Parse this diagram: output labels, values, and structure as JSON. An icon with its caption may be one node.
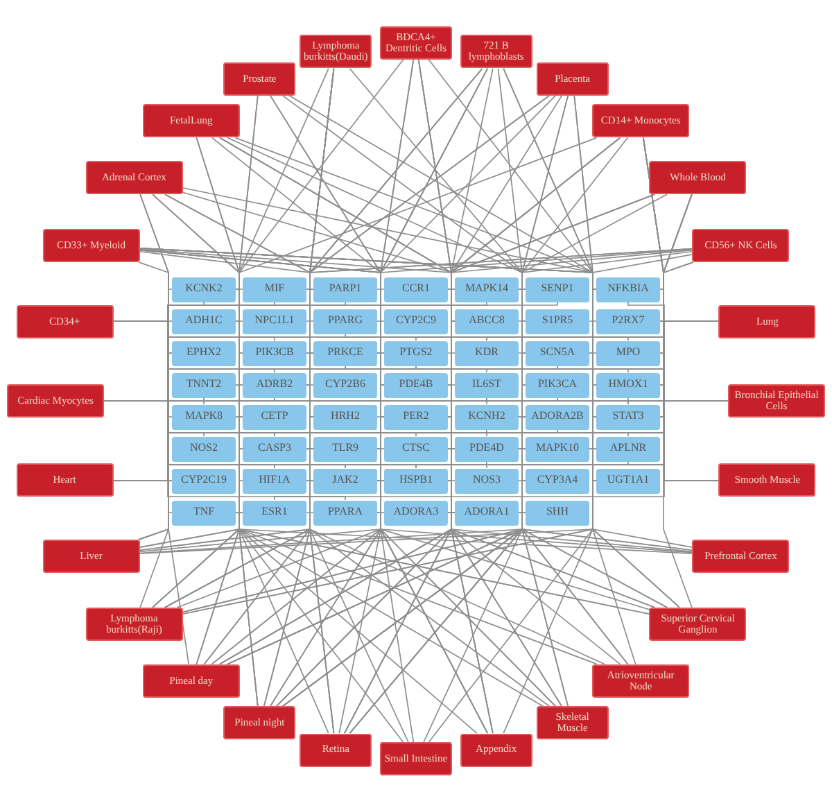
{
  "diagram": {
    "nodes": [
      {
        "text": [
          "BDCA4+ Dentritic Cells"
        ]
      },
      {
        "text": [
          "721 B lymphoblasts"
        ]
      },
      {
        "text": [
          "Placenta"
        ]
      },
      {
        "text": [
          "CD14+ Monocytes"
        ]
      },
      {
        "text": [
          "Whole Blood"
        ]
      },
      {
        "text": [
          "CD56+ NK Cells"
        ]
      },
      {
        "text": [
          "Lung"
        ]
      },
      {
        "text": [
          "Bronchial Epithelial Cells"
        ]
      },
      {
        "text": [
          "Smooth Muscle"
        ]
      },
      {
        "text": [
          "Prefrontal Cortex"
        ]
      },
      {
        "text": [
          "Superior Cervical Ganglion"
        ]
      },
      {
        "text": [
          "Atrioventricular Node"
        ]
      },
      {
        "text": [
          "Skeletal Muscle"
        ]
      },
      {
        "text": [
          "Appendix"
        ]
      },
      {
        "text": [
          "Small Intestine"
        ]
      },
      {
        "text": [
          "Retina"
        ]
      },
      {
        "text": [
          "Pineal night"
        ]
      },
      {
        "text": [
          "Pineal day"
        ]
      },
      {
        "text": [
          "Lymphoma burkitts(Raji)"
        ]
      },
      {
        "text": [
          "Liver"
        ]
      },
      {
        "text": [
          "Heart"
        ]
      },
      {
        "text": [
          "Cardiac Myocytes"
        ]
      },
      {
        "text": [
          "CD34+"
        ]
      },
      {
        "text": [
          "CD33+ Myeloid"
        ]
      },
      {
        "text": [
          "Adrenal Cortex"
        ]
      },
      {
        "text": [
          "FetalLung"
        ]
      },
      {
        "text": [
          "Prostate"
        ]
      },
      {
        "text": [
          "Lymphoma burkitts(Daudi)"
        ]
      },
      {
        "text": [
          "KCNK2"
        ]
      },
      {
        "text": [
          "MIF"
        ]
      },
      {
        "text": [
          "PARP1"
        ]
      },
      {
        "text": [
          "CCR1"
        ]
      },
      {
        "text": [
          "MAPK14"
        ]
      },
      {
        "text": [
          "SENP1"
        ]
      },
      {
        "text": [
          "NFKBIA"
        ]
      },
      {
        "text": [
          "ADH1C"
        ]
      },
      {
        "text": [
          "NPC1L1"
        ]
      },
      {
        "text": [
          "PPARG"
        ]
      },
      {
        "text": [
          "CYP2C9"
        ]
      },
      {
        "text": [
          "ABCC8"
        ]
      },
      {
        "text": [
          "S1PR5"
        ]
      },
      {
        "text": [
          "P2RX7"
        ]
      },
      {
        "text": [
          "EPHX2"
        ]
      },
      {
        "text": [
          "PIK3CB"
        ]
      },
      {
        "text": [
          "PRKCE"
        ]
      },
      {
        "text": [
          "PTGS2"
        ]
      },
      {
        "text": [
          "KDR"
        ]
      },
      {
        "text": [
          "SCN5A"
        ]
      },
      {
        "text": [
          "MPO"
        ]
      },
      {
        "text": [
          "TNNT2"
        ]
      },
      {
        "text": [
          "ADRB2"
        ]
      },
      {
        "text": [
          "CYP2B6"
        ]
      },
      {
        "text": [
          "PDE4B"
        ]
      },
      {
        "text": [
          "IL6ST"
        ]
      },
      {
        "text": [
          "PIK3CA"
        ]
      },
      {
        "text": [
          "HMOX1"
        ]
      },
      {
        "text": [
          "MAPK8"
        ]
      },
      {
        "text": [
          "CETP"
        ]
      },
      {
        "text": [
          "HRH2"
        ]
      },
      {
        "text": [
          "PER2"
        ]
      },
      {
        "text": [
          "KCNH2"
        ]
      },
      {
        "text": [
          "ADORA2B"
        ]
      },
      {
        "text": [
          "STAT3"
        ]
      },
      {
        "text": [
          "NOS2"
        ]
      },
      {
        "text": [
          "CASP3"
        ]
      },
      {
        "text": [
          "TLR9"
        ]
      },
      {
        "text": [
          "CTSC"
        ]
      },
      {
        "text": [
          "PDE4D"
        ]
      },
      {
        "text": [
          "MAPK10"
        ]
      },
      {
        "text": [
          "APLNR"
        ]
      },
      {
        "text": [
          "CYP2C19"
        ]
      },
      {
        "text": [
          "HIF1A"
        ]
      },
      {
        "text": [
          "JAK2"
        ]
      },
      {
        "text": [
          "HSPB1"
        ]
      },
      {
        "text": [
          "NOS3"
        ]
      },
      {
        "text": [
          "CYP3A4"
        ]
      },
      {
        "text": [
          "UGT1A1"
        ]
      },
      {
        "text": [
          "TNF"
        ]
      },
      {
        "text": [
          "ESR1"
        ]
      },
      {
        "text": [
          "PPARA"
        ]
      },
      {
        "text": [
          "ADORA3"
        ]
      },
      {
        "text": [
          "ADORA1"
        ]
      },
      {
        "text": [
          "SHH"
        ]
      }
    ],
    "edges": [
      {
        "from": 0,
        "to": 65,
        "arrow": "none"
      },
      {
        "from": 0,
        "to": 31,
        "arrow": "none"
      },
      {
        "from": 0,
        "to": 77,
        "arrow": "none"
      },
      {
        "from": 0,
        "to": 66,
        "arrow": "none"
      },
      {
        "from": 0,
        "to": 34,
        "arrow": "none"
      },
      {
        "from": 0,
        "to": 32,
        "arrow": "none"
      },
      {
        "from": 0,
        "to": 72,
        "arrow": "none"
      },
      {
        "from": 1,
        "to": 30,
        "arrow": "none"
      },
      {
        "from": 1,
        "to": 29,
        "arrow": "none"
      },
      {
        "from": 1,
        "to": 33,
        "arrow": "none"
      },
      {
        "from": 1,
        "to": 64,
        "arrow": "none"
      },
      {
        "from": 1,
        "to": 43,
        "arrow": "none"
      },
      {
        "from": 1,
        "to": 72,
        "arrow": "none"
      },
      {
        "from": 1,
        "to": 62,
        "arrow": "none"
      },
      {
        "from": 1,
        "to": 65,
        "arrow": "none"
      },
      {
        "from": 1,
        "to": 52,
        "arrow": "none"
      },
      {
        "from": 1,
        "to": 34,
        "arrow": "none"
      },
      {
        "from": 2,
        "to": 46,
        "arrow": "none"
      },
      {
        "from": 2,
        "to": 55,
        "arrow": "none"
      },
      {
        "from": 2,
        "to": 78,
        "arrow": "none"
      },
      {
        "from": 2,
        "to": 37,
        "arrow": "none"
      },
      {
        "from": 2,
        "to": 71,
        "arrow": "none"
      },
      {
        "from": 2,
        "to": 69,
        "arrow": "none"
      },
      {
        "from": 2,
        "to": 74,
        "arrow": "none"
      },
      {
        "from": 2,
        "to": 45,
        "arrow": "none"
      },
      {
        "from": 3,
        "to": 31,
        "arrow": "none"
      },
      {
        "from": 3,
        "to": 34,
        "arrow": "none"
      },
      {
        "from": 3,
        "to": 77,
        "arrow": "none"
      },
      {
        "from": 3,
        "to": 32,
        "arrow": "none"
      },
      {
        "from": 3,
        "to": 55,
        "arrow": "none"
      },
      {
        "from": 3,
        "to": 66,
        "arrow": "none"
      },
      {
        "from": 3,
        "to": 52,
        "arrow": "none"
      },
      {
        "from": 3,
        "to": 41,
        "arrow": "none"
      },
      {
        "from": 3,
        "to": 62,
        "arrow": "none"
      },
      {
        "from": 3,
        "to": 80,
        "arrow": "none"
      },
      {
        "from": 3,
        "to": 48,
        "arrow": "none"
      },
      {
        "from": 4,
        "to": 48,
        "arrow": "none"
      },
      {
        "from": 4,
        "to": 34,
        "arrow": "none"
      },
      {
        "from": 4,
        "to": 31,
        "arrow": "none"
      },
      {
        "from": 4,
        "to": 32,
        "arrow": "none"
      },
      {
        "from": 4,
        "to": 80,
        "arrow": "none"
      },
      {
        "from": 4,
        "to": 52,
        "arrow": "none"
      },
      {
        "from": 4,
        "to": 41,
        "arrow": "none"
      },
      {
        "from": 4,
        "to": 55,
        "arrow": "none"
      },
      {
        "from": 4,
        "to": 66,
        "arrow": "none"
      },
      {
        "from": 4,
        "to": 62,
        "arrow": "none"
      },
      {
        "from": 5,
        "to": 40,
        "arrow": "none"
      },
      {
        "from": 5,
        "to": 50,
        "arrow": "none"
      },
      {
        "from": 5,
        "to": 72,
        "arrow": "none"
      },
      {
        "from": 5,
        "to": 62,
        "arrow": "none"
      },
      {
        "from": 5,
        "to": 64,
        "arrow": "none"
      },
      {
        "from": 5,
        "to": 52,
        "arrow": "none"
      },
      {
        "from": 5,
        "to": 32,
        "arrow": "none"
      },
      {
        "from": 5,
        "to": 34,
        "arrow": "none"
      },
      {
        "from": 6,
        "to": 46,
        "arrow": "none"
      },
      {
        "from": 6,
        "to": 45,
        "arrow": "none"
      },
      {
        "from": 6,
        "to": 71,
        "arrow": "none"
      },
      {
        "from": 6,
        "to": 53,
        "arrow": "none"
      },
      {
        "from": 6,
        "to": 74,
        "arrow": "none"
      },
      {
        "from": 6,
        "to": 69,
        "arrow": "none"
      },
      {
        "from": 6,
        "to": 50,
        "arrow": "none"
      },
      {
        "from": 6,
        "to": 37,
        "arrow": "none"
      },
      {
        "from": 6,
        "to": 55,
        "arrow": "none"
      },
      {
        "from": 6,
        "to": 66,
        "arrow": "none"
      },
      {
        "from": 7,
        "to": 45,
        "arrow": "none"
      },
      {
        "from": 7,
        "to": 73,
        "arrow": "none"
      },
      {
        "from": 7,
        "to": 64,
        "arrow": "none"
      },
      {
        "from": 7,
        "to": 71,
        "arrow": "none"
      },
      {
        "from": 7,
        "to": 72,
        "arrow": "none"
      },
      {
        "from": 7,
        "to": 62,
        "arrow": "none"
      },
      {
        "from": 7,
        "to": 53,
        "arrow": "none"
      },
      {
        "from": 7,
        "to": 54,
        "arrow": "none"
      },
      {
        "from": 7,
        "to": 56,
        "arrow": "none"
      },
      {
        "from": 7,
        "to": 34,
        "arrow": "none"
      },
      {
        "from": 7,
        "to": 63,
        "arrow": "none"
      },
      {
        "from": 8,
        "to": 73,
        "arrow": "none"
      },
      {
        "from": 8,
        "to": 44,
        "arrow": "none"
      },
      {
        "from": 8,
        "to": 67,
        "arrow": "none"
      },
      {
        "from": 8,
        "to": 61,
        "arrow": "none"
      },
      {
        "from": 8,
        "to": 45,
        "arrow": "none"
      },
      {
        "from": 8,
        "to": 53,
        "arrow": "none"
      },
      {
        "from": 8,
        "to": 54,
        "arrow": "none"
      },
      {
        "from": 8,
        "to": 78,
        "arrow": "none"
      },
      {
        "from": 9,
        "to": 44,
        "arrow": "none"
      },
      {
        "from": 9,
        "to": 67,
        "arrow": "none"
      },
      {
        "from": 9,
        "to": 68,
        "arrow": "none"
      },
      {
        "from": 9,
        "to": 81,
        "arrow": "none"
      },
      {
        "from": 9,
        "to": 59,
        "arrow": "none"
      },
      {
        "from": 9,
        "to": 28,
        "arrow": "none"
      },
      {
        "from": 10,
        "to": 28,
        "arrow": "none"
      },
      {
        "from": 10,
        "to": 47,
        "arrow": "none"
      },
      {
        "from": 10,
        "to": 44,
        "arrow": "none"
      },
      {
        "from": 10,
        "to": 68,
        "arrow": "none"
      },
      {
        "from": 10,
        "to": 56,
        "arrow": "none"
      },
      {
        "from": 10,
        "to": 73,
        "arrow": "none"
      },
      {
        "from": 10,
        "to": 59,
        "arrow": "none"
      },
      {
        "from": 10,
        "to": 41,
        "arrow": "none"
      },
      {
        "from": 10,
        "to": 81,
        "arrow": "none"
      },
      {
        "from": 10,
        "to": 67,
        "arrow": "none"
      },
      {
        "from": 11,
        "to": 60,
        "arrow": "none"
      },
      {
        "from": 11,
        "to": 47,
        "arrow": "none"
      },
      {
        "from": 11,
        "to": 49,
        "arrow": "none"
      },
      {
        "from": 11,
        "to": 50,
        "arrow": "none"
      },
      {
        "from": 11,
        "to": 73,
        "arrow": "none"
      },
      {
        "from": 11,
        "to": 67,
        "arrow": "none"
      },
      {
        "from": 12,
        "to": 49,
        "arrow": "none"
      },
      {
        "from": 12,
        "to": 73,
        "arrow": "none"
      },
      {
        "from": 12,
        "to": 79,
        "arrow": "none"
      },
      {
        "from": 12,
        "to": 50,
        "arrow": "none"
      },
      {
        "from": 12,
        "to": 44,
        "arrow": "none"
      },
      {
        "from": 12,
        "to": 60,
        "arrow": "none"
      },
      {
        "from": 12,
        "to": 59,
        "arrow": "none"
      },
      {
        "from": 12,
        "to": 39,
        "arrow": "none"
      },
      {
        "from": 13,
        "to": 31,
        "arrow": "none"
      },
      {
        "from": 13,
        "to": 77,
        "arrow": "none"
      },
      {
        "from": 13,
        "to": 66,
        "arrow": "none"
      },
      {
        "from": 13,
        "to": 58,
        "arrow": "none"
      },
      {
        "from": 13,
        "to": 72,
        "arrow": "none"
      },
      {
        "from": 13,
        "to": 80,
        "arrow": "none"
      },
      {
        "from": 13,
        "to": 65,
        "arrow": "none"
      },
      {
        "from": 13,
        "to": 34,
        "arrow": "none"
      },
      {
        "from": 14,
        "to": 36,
        "arrow": "none"
      },
      {
        "from": 14,
        "to": 75,
        "arrow": "none"
      },
      {
        "from": 14,
        "to": 76,
        "arrow": "none"
      },
      {
        "from": 14,
        "to": 35,
        "arrow": "none"
      },
      {
        "from": 14,
        "to": 79,
        "arrow": "none"
      },
      {
        "from": 15,
        "to": 82,
        "arrow": "none"
      },
      {
        "from": 15,
        "to": 59,
        "arrow": "none"
      },
      {
        "from": 15,
        "to": 28,
        "arrow": "none"
      },
      {
        "from": 15,
        "to": 67,
        "arrow": "none"
      },
      {
        "from": 15,
        "to": 44,
        "arrow": "none"
      },
      {
        "from": 15,
        "to": 68,
        "arrow": "none"
      },
      {
        "from": 15,
        "to": 81,
        "arrow": "none"
      },
      {
        "from": 15,
        "to": 71,
        "arrow": "none"
      },
      {
        "from": 15,
        "to": 61,
        "arrow": "none"
      },
      {
        "from": 15,
        "to": 64,
        "arrow": "none"
      },
      {
        "from": 15,
        "to": 47,
        "arrow": "none"
      },
      {
        "from": 15,
        "to": 39,
        "arrow": "none"
      },
      {
        "from": 16,
        "to": 59,
        "arrow": "none"
      },
      {
        "from": 16,
        "to": 50,
        "arrow": "none"
      },
      {
        "from": 16,
        "to": 39,
        "arrow": "none"
      },
      {
        "from": 16,
        "to": 67,
        "arrow": "none"
      },
      {
        "from": 16,
        "to": 44,
        "arrow": "none"
      },
      {
        "from": 16,
        "to": 68,
        "arrow": "none"
      },
      {
        "from": 16,
        "to": 28,
        "arrow": "none"
      },
      {
        "from": 16,
        "to": 81,
        "arrow": "none"
      },
      {
        "from": 16,
        "to": 47,
        "arrow": "none"
      },
      {
        "from": 16,
        "to": 58,
        "arrow": "none"
      },
      {
        "from": 16,
        "to": 40,
        "arrow": "none"
      },
      {
        "from": 16,
        "to": 61,
        "arrow": "none"
      },
      {
        "from": 16,
        "to": 64,
        "arrow": "none"
      },
      {
        "from": 16,
        "to": 52,
        "arrow": "none"
      },
      {
        "from": 17,
        "to": 59,
        "arrow": "none"
      },
      {
        "from": 17,
        "to": 50,
        "arrow": "none"
      },
      {
        "from": 17,
        "to": 39,
        "arrow": "none"
      },
      {
        "from": 17,
        "to": 67,
        "arrow": "none"
      },
      {
        "from": 17,
        "to": 44,
        "arrow": "none"
      },
      {
        "from": 17,
        "to": 68,
        "arrow": "none"
      },
      {
        "from": 17,
        "to": 28,
        "arrow": "none"
      },
      {
        "from": 17,
        "to": 81,
        "arrow": "none"
      },
      {
        "from": 17,
        "to": 47,
        "arrow": "none"
      },
      {
        "from": 17,
        "to": 58,
        "arrow": "none"
      },
      {
        "from": 17,
        "to": 40,
        "arrow": "none"
      },
      {
        "from": 17,
        "to": 61,
        "arrow": "none"
      },
      {
        "from": 17,
        "to": 43,
        "arrow": "none"
      },
      {
        "from": 17,
        "to": 52,
        "arrow": "none"
      },
      {
        "from": 18,
        "to": 30,
        "arrow": "none"
      },
      {
        "from": 18,
        "to": 29,
        "arrow": "none"
      },
      {
        "from": 18,
        "to": 33,
        "arrow": "none"
      },
      {
        "from": 18,
        "to": 64,
        "arrow": "none"
      },
      {
        "from": 18,
        "to": 43,
        "arrow": "none"
      },
      {
        "from": 18,
        "to": 72,
        "arrow": "none"
      },
      {
        "from": 18,
        "to": 62,
        "arrow": "none"
      },
      {
        "from": 18,
        "to": 73,
        "arrow": "none"
      },
      {
        "from": 18,
        "to": 56,
        "arrow": "none"
      },
      {
        "from": 18,
        "to": 54,
        "arrow": "none"
      },
      {
        "from": 18,
        "to": 65,
        "arrow": "none"
      },
      {
        "from": 18,
        "to": 34,
        "arrow": "none"
      },
      {
        "from": 19,
        "to": 35,
        "arrow": "none"
      },
      {
        "from": 19,
        "to": 38,
        "arrow": "none"
      },
      {
        "from": 19,
        "to": 70,
        "arrow": "none"
      },
      {
        "from": 19,
        "to": 75,
        "arrow": "none"
      },
      {
        "from": 19,
        "to": 51,
        "arrow": "none"
      },
      {
        "from": 19,
        "to": 42,
        "arrow": "none"
      },
      {
        "from": 19,
        "to": 76,
        "arrow": "none"
      },
      {
        "from": 19,
        "to": 79,
        "arrow": "none"
      },
      {
        "from": 19,
        "to": 57,
        "arrow": "none"
      },
      {
        "from": 19,
        "to": 36,
        "arrow": "none"
      },
      {
        "from": 20,
        "to": 49,
        "arrow": "none"
      },
      {
        "from": 20,
        "to": 60,
        "arrow": "none"
      },
      {
        "from": 20,
        "to": 47,
        "arrow": "none"
      },
      {
        "from": 20,
        "to": 28,
        "arrow": "none"
      },
      {
        "from": 20,
        "to": 73,
        "arrow": "none"
      },
      {
        "from": 20,
        "to": 50,
        "arrow": "none"
      },
      {
        "from": 20,
        "to": 79,
        "arrow": "none"
      },
      {
        "from": 20,
        "to": 69,
        "arrow": "none"
      },
      {
        "from": 21,
        "to": 49,
        "arrow": "none"
      },
      {
        "from": 21,
        "to": 73,
        "arrow": "none"
      },
      {
        "from": 21,
        "to": 60,
        "arrow": "none"
      },
      {
        "from": 21,
        "to": 47,
        "arrow": "none"
      },
      {
        "from": 21,
        "to": 44,
        "arrow": "none"
      },
      {
        "from": 21,
        "to": 50,
        "arrow": "none"
      },
      {
        "from": 21,
        "to": 67,
        "arrow": "none"
      },
      {
        "from": 21,
        "to": 55,
        "arrow": "none"
      },
      {
        "from": 21,
        "to": 53,
        "arrow": "none"
      },
      {
        "from": 21,
        "to": 32,
        "arrow": "none"
      },
      {
        "from": 22,
        "to": 46,
        "arrow": "none"
      },
      {
        "from": 22,
        "to": 48,
        "arrow": "none"
      },
      {
        "from": 22,
        "to": 71,
        "arrow": "none"
      },
      {
        "from": 22,
        "to": 43,
        "arrow": "none"
      },
      {
        "from": 22,
        "to": 33,
        "arrow": "none"
      },
      {
        "from": 22,
        "to": 30,
        "arrow": "none"
      },
      {
        "from": 22,
        "to": 29,
        "arrow": "none"
      },
      {
        "from": 22,
        "to": 62,
        "arrow": "none"
      },
      {
        "from": 22,
        "to": 64,
        "arrow": "none"
      },
      {
        "from": 22,
        "to": 72,
        "arrow": "none"
      },
      {
        "from": 23,
        "to": 48,
        "arrow": "none"
      },
      {
        "from": 23,
        "to": 31,
        "arrow": "none"
      },
      {
        "from": 23,
        "to": 77,
        "arrow": "none"
      },
      {
        "from": 23,
        "to": 34,
        "arrow": "none"
      },
      {
        "from": 23,
        "to": 66,
        "arrow": "none"
      },
      {
        "from": 23,
        "to": 32,
        "arrow": "none"
      },
      {
        "from": 23,
        "to": 65,
        "arrow": "none"
      },
      {
        "from": 23,
        "to": 80,
        "arrow": "none"
      },
      {
        "from": 23,
        "to": 55,
        "arrow": "none"
      },
      {
        "from": 23,
        "to": 52,
        "arrow": "none"
      },
      {
        "from": 23,
        "to": 41,
        "arrow": "none"
      },
      {
        "from": 23,
        "to": 62,
        "arrow": "none"
      },
      {
        "from": 24,
        "to": 42,
        "arrow": "none"
      },
      {
        "from": 24,
        "to": 55,
        "arrow": "none"
      },
      {
        "from": 24,
        "to": 44,
        "arrow": "none"
      },
      {
        "from": 24,
        "to": 78,
        "arrow": "none"
      },
      {
        "from": 24,
        "to": 57,
        "arrow": "none"
      },
      {
        "from": 24,
        "to": 37,
        "arrow": "none"
      },
      {
        "from": 24,
        "to": 39,
        "arrow": "none"
      },
      {
        "from": 24,
        "to": 70,
        "arrow": "none"
      },
      {
        "from": 25,
        "to": 82,
        "arrow": "none"
      },
      {
        "from": 25,
        "to": 46,
        "arrow": "none"
      },
      {
        "from": 25,
        "to": 71,
        "arrow": "none"
      },
      {
        "from": 25,
        "to": 53,
        "arrow": "none"
      },
      {
        "from": 25,
        "to": 45,
        "arrow": "none"
      },
      {
        "from": 25,
        "to": 74,
        "arrow": "none"
      },
      {
        "from": 25,
        "to": 78,
        "arrow": "none"
      },
      {
        "from": 25,
        "to": 69,
        "arrow": "none"
      },
      {
        "from": 26,
        "to": 78,
        "arrow": "none"
      },
      {
        "from": 26,
        "to": 45,
        "arrow": "none"
      },
      {
        "from": 26,
        "to": 73,
        "arrow": "none"
      },
      {
        "from": 26,
        "to": 54,
        "arrow": "none"
      },
      {
        "from": 26,
        "to": 35,
        "arrow": "none"
      },
      {
        "from": 26,
        "to": 62,
        "arrow": "none"
      },
      {
        "from": 27,
        "to": 30,
        "arrow": "none"
      },
      {
        "from": 27,
        "to": 29,
        "arrow": "none"
      },
      {
        "from": 27,
        "to": 33,
        "arrow": "none"
      },
      {
        "from": 27,
        "to": 64,
        "arrow": "none"
      },
      {
        "from": 27,
        "to": 43,
        "arrow": "none"
      },
      {
        "from": 27,
        "to": 72,
        "arrow": "none"
      },
      {
        "from": 27,
        "to": 65,
        "arrow": "none"
      },
      {
        "from": 27,
        "to": 56,
        "arrow": "none"
      }
    ]
  }
}
